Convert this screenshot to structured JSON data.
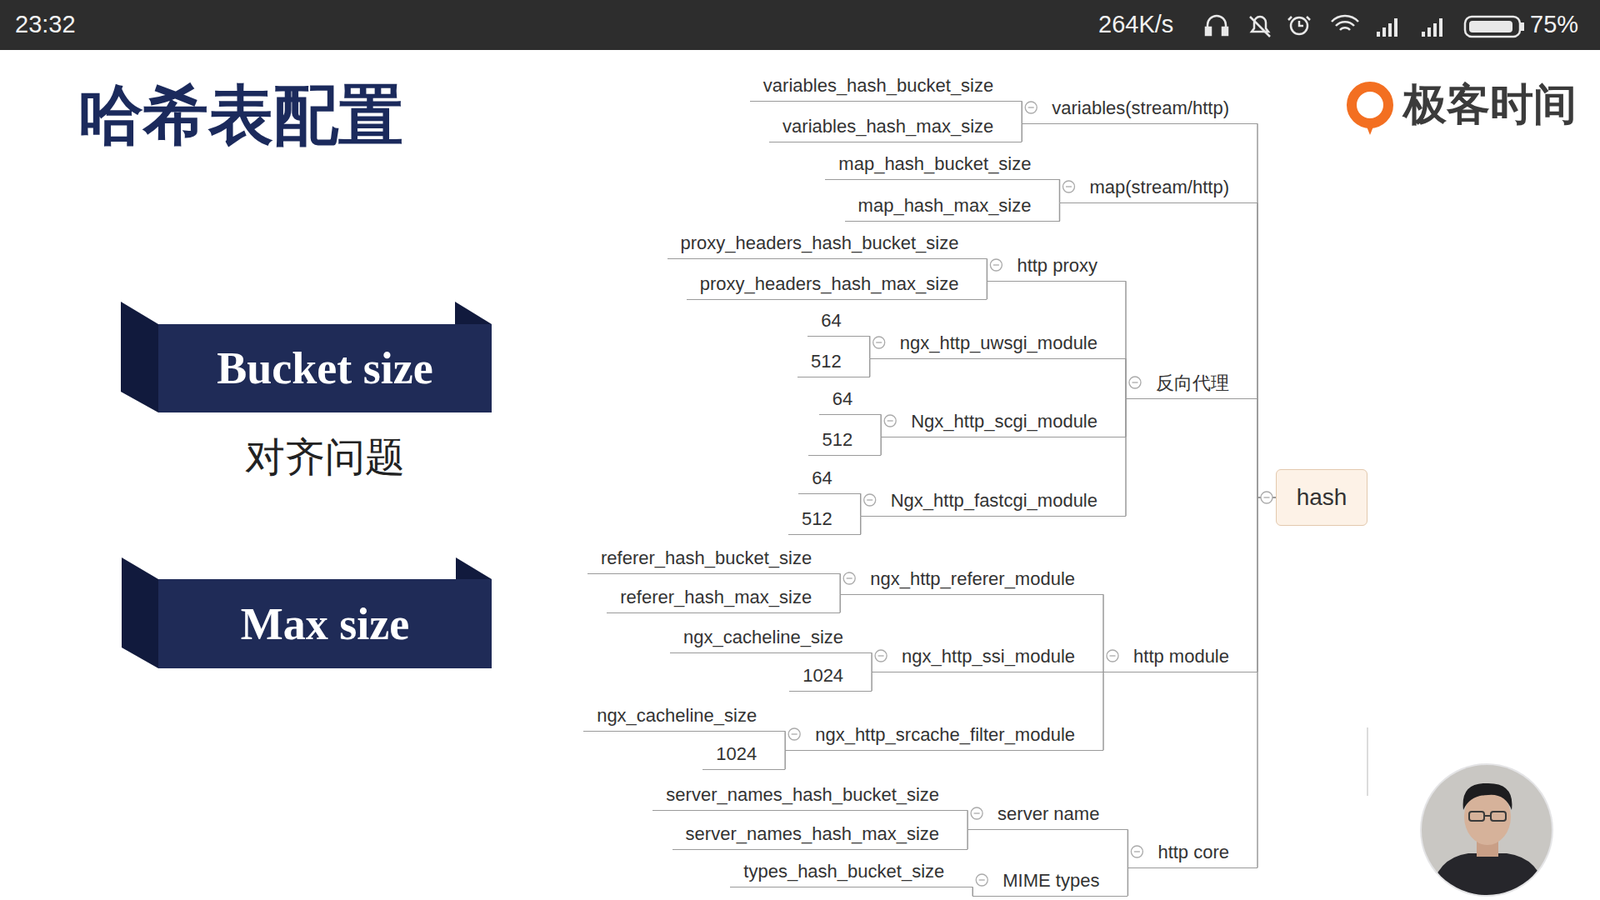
{
  "diagram": {
    "title": "哈希表配置",
    "nodes": [
      {
        "text": [
          "Bucket size"
        ]
      },
      {
        "text": [
          "Max size"
        ]
      },
      {
        "text": [
          "hash"
        ]
      },
      {
        "text": [
          "variables(stream/http)"
        ]
      },
      {
        "text": [
          "variables_hash_bucket_size"
        ]
      },
      {
        "text": [
          "variables_hash_max_size"
        ]
      },
      {
        "text": [
          "map(stream/http)"
        ]
      },
      {
        "text": [
          "map_hash_bucket_size"
        ]
      },
      {
        "text": [
          "map_hash_max_size"
        ]
      },
      {
        "text": [
          "反向代理"
        ]
      },
      {
        "text": [
          "http proxy"
        ]
      },
      {
        "text": [
          "proxy_headers_hash_bucket_size"
        ]
      },
      {
        "text": [
          "proxy_headers_hash_max_size"
        ]
      },
      {
        "text": [
          "ngx_http_uwsgi_module"
        ]
      },
      {
        "text": [
          "64"
        ]
      },
      {
        "text": [
          "512"
        ]
      },
      {
        "text": [
          "Ngx_http_scgi_module"
        ]
      },
      {
        "text": [
          "64"
        ]
      },
      {
        "text": [
          "512"
        ]
      },
      {
        "text": [
          "Ngx_http_fastcgi_module"
        ]
      },
      {
        "text": [
          "64"
        ]
      },
      {
        "text": [
          "512"
        ]
      },
      {
        "text": [
          "http module"
        ]
      },
      {
        "text": [
          "ngx_http_referer_module"
        ]
      },
      {
        "text": [
          "referer_hash_bucket_size"
        ]
      },
      {
        "text": [
          "referer_hash_max_size"
        ]
      },
      {
        "text": [
          "ngx_http_ssi_module"
        ]
      },
      {
        "text": [
          "ngx_cacheline_size"
        ]
      },
      {
        "text": [
          "1024"
        ]
      },
      {
        "text": [
          "ngx_http_srcache_filter_module"
        ]
      },
      {
        "text": [
          "ngx_cacheline_size"
        ]
      },
      {
        "text": [
          "1024"
        ]
      },
      {
        "text": [
          "http core"
        ]
      },
      {
        "text": [
          "server name"
        ]
      },
      {
        "text": [
          "server_names_hash_bucket_size"
        ]
      },
      {
        "text": [
          "server_names_hash_max_size"
        ]
      },
      {
        "text": [
          "MIME types"
        ]
      },
      {
        "text": [
          "types_hash_bucket_size"
        ]
      }
    ],
    "edges": [
      {
        "from": 2,
        "to": 3,
        "arrow": "none"
      },
      {
        "from": 2,
        "to": 6,
        "arrow": "none"
      },
      {
        "from": 2,
        "to": 9,
        "arrow": "none"
      },
      {
        "from": 2,
        "to": 22,
        "arrow": "none"
      },
      {
        "from": 2,
        "to": 32,
        "arrow": "none"
      },
      {
        "from": 3,
        "to": 4,
        "arrow": "none"
      },
      {
        "from": 3,
        "to": 5,
        "arrow": "none"
      },
      {
        "from": 6,
        "to": 7,
        "arrow": "none"
      },
      {
        "from": 6,
        "to": 8,
        "arrow": "none"
      },
      {
        "from": 9,
        "to": 10,
        "arrow": "none"
      },
      {
        "from": 9,
        "to": 13,
        "arrow": "none"
      },
      {
        "from": 9,
        "to": 16,
        "arrow": "none"
      },
      {
        "from": 9,
        "to": 19,
        "arrow": "none"
      },
      {
        "from": 10,
        "to": 11,
        "arrow": "none"
      },
      {
        "from": 10,
        "to": 12,
        "arrow": "none"
      },
      {
        "from": 13,
        "to": 14,
        "arrow": "none"
      },
      {
        "from": 13,
        "to": 15,
        "arrow": "none"
      },
      {
        "from": 16,
        "to": 17,
        "arrow": "none"
      },
      {
        "from": 16,
        "to": 18,
        "arrow": "none"
      },
      {
        "from": 19,
        "to": 20,
        "arrow": "none"
      },
      {
        "from": 19,
        "to": 21,
        "arrow": "none"
      },
      {
        "from": 22,
        "to": 23,
        "arrow": "none"
      },
      {
        "from": 22,
        "to": 26,
        "arrow": "none"
      },
      {
        "from": 22,
        "to": 29,
        "arrow": "none"
      },
      {
        "from": 23,
        "to": 24,
        "arrow": "none"
      },
      {
        "from": 23,
        "to": 25,
        "arrow": "none"
      },
      {
        "from": 26,
        "to": 27,
        "arrow": "none"
      },
      {
        "from": 26,
        "to": 28,
        "arrow": "none"
      },
      {
        "from": 29,
        "to": 30,
        "arrow": "none"
      },
      {
        "from": 29,
        "to": 31,
        "arrow": "none"
      },
      {
        "from": 32,
        "to": 33,
        "arrow": "none"
      },
      {
        "from": 32,
        "to": 36,
        "arrow": "none"
      },
      {
        "from": 33,
        "to": 34,
        "arrow": "none"
      },
      {
        "from": 33,
        "to": 35,
        "arrow": "none"
      },
      {
        "from": 36,
        "to": 37,
        "arrow": "none"
      }
    ],
    "labels": [
      "23:32",
      "264K/s",
      "75%",
      "极客时间",
      "对齐问题"
    ]
  }
}
